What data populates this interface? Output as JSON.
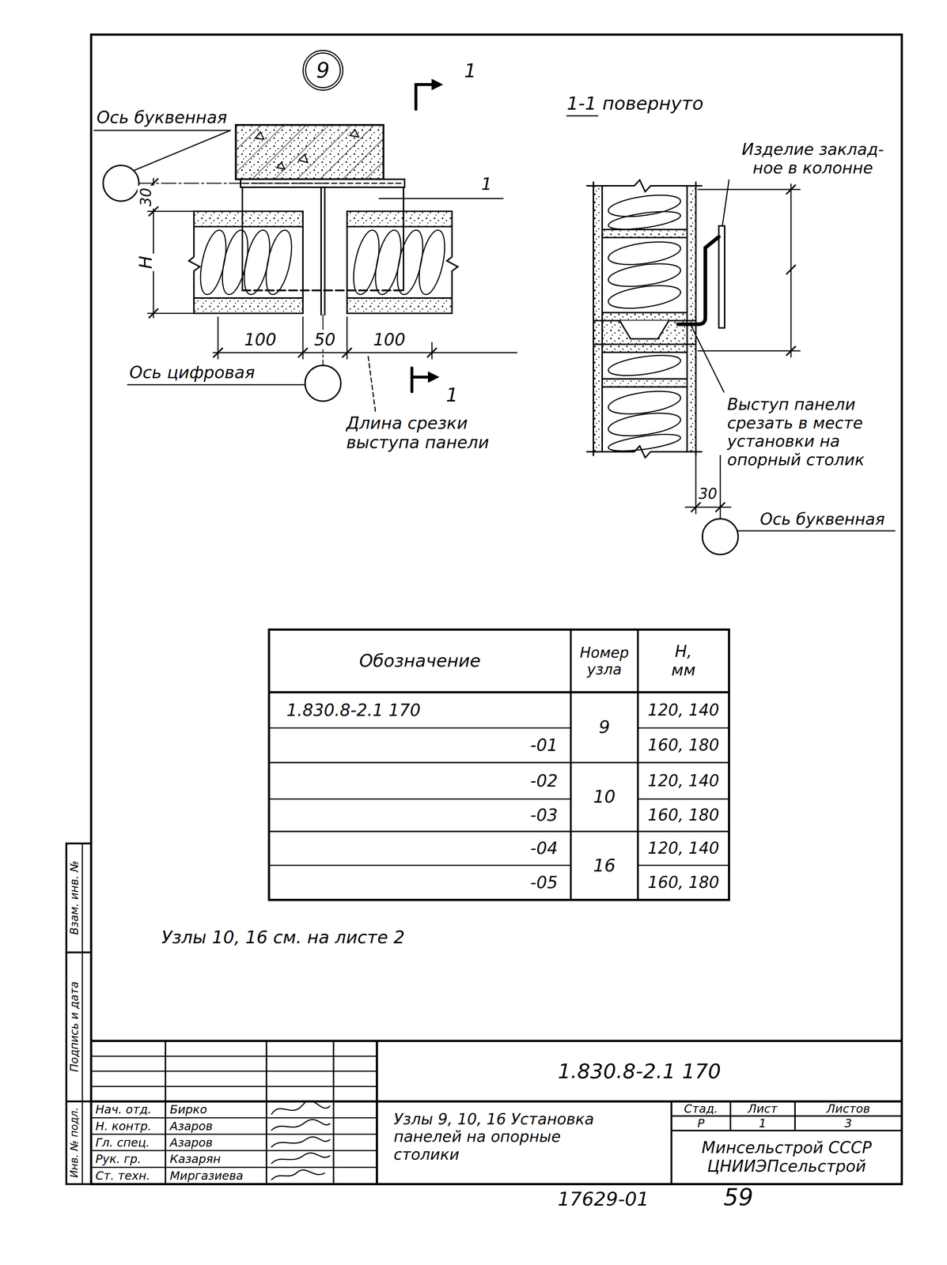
{
  "diagram": {
    "nodes": [
      {
        "text": [
          "9"
        ]
      }
    ],
    "labels": [
      "Ось буквенная",
      "30",
      "H",
      "1",
      "1",
      "100",
      "50",
      "100",
      "1",
      "Ось цифровая",
      "Длина срезки выступа панели",
      "1-1 повернуто",
      "Изделие заклад- ное в колонне",
      "Выступ панели срезать в месте установки на опорный столик",
      "30",
      "Ось буквенная",
      "Обозначение",
      "Номер узла",
      "H, мм",
      "1.830.8-2.1 170",
      "-01",
      "-02",
      "-03",
      "-04",
      "-05",
      "9",
      "10",
      "16",
      "120, 140",
      "160, 180",
      "120, 140",
      "160, 180",
      "120, 140",
      "160, 180",
      "Узлы 10, 16 см. на листе 2",
      "Взам. инв. №",
      "Подпись и дата",
      "Инв. № подл.",
      "1.830.8-2.1 170",
      "Нач. отд.",
      "Бирко",
      "Н. контр.",
      "Азаров",
      "Гл. спец.",
      "Азаров",
      "Рук. гр.",
      "Казарян",
      "Ст. техн.",
      "Миргазиева",
      "Узлы 9, 10, 16 Установка панелей на опорные столики",
      "Стад.",
      "Лист",
      "Листов",
      "Р",
      "1",
      "3",
      "Минсельстрой СССР ЦНИИЭПсельстрой",
      "17629-01",
      "59"
    ]
  }
}
